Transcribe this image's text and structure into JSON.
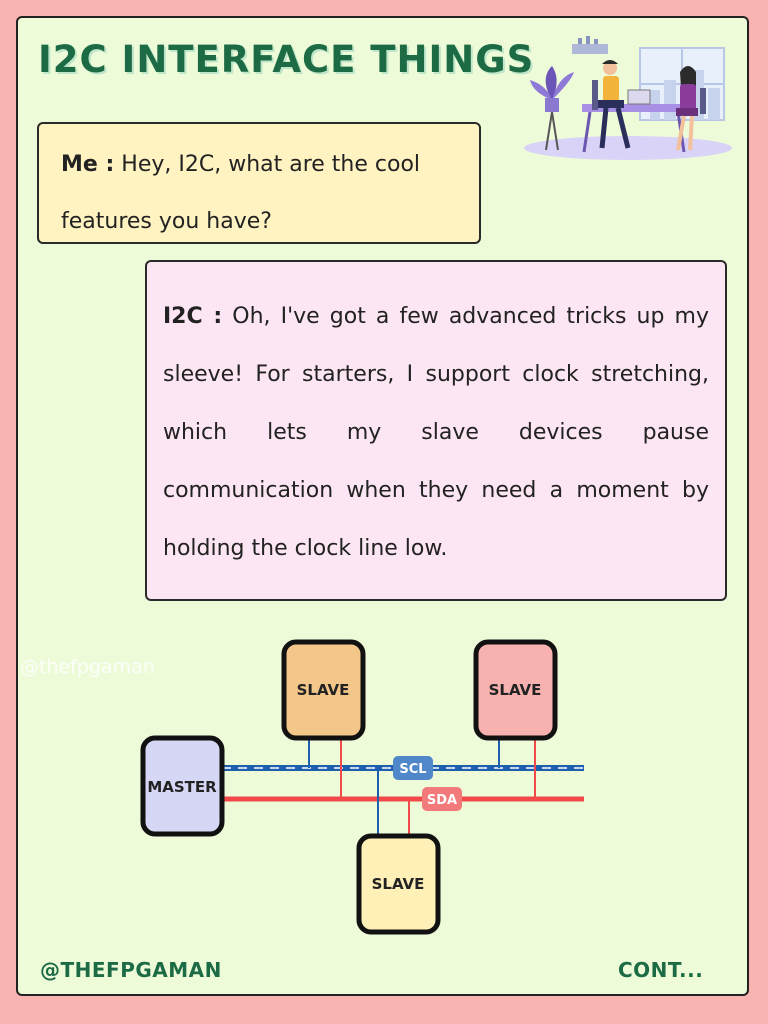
{
  "title": "I2C INTERFACE THINGS",
  "dialog": {
    "me": {
      "speaker": "Me :",
      "text": "Hey, I2C, what are the cool features you have?"
    },
    "i2c": {
      "speaker": "I2C :",
      "text": "Oh, I've got a few advanced tricks up my sleeve! For starters, I support clock stretching, which lets my slave devices pause communication when they need a moment by holding the clock line low."
    }
  },
  "watermark": "@thefpgaman",
  "diagram": {
    "master_label": "MASTER",
    "slave_labels": [
      "SLAVE",
      "SLAVE",
      "SLAVE"
    ],
    "scl_label": "SCL",
    "sda_label": "SDA",
    "colors": {
      "scl": "#1f5fb0",
      "sda": "#f24a4a",
      "master": "#d6d6f5",
      "slave1": "#f3c68a",
      "slave2": "#f7b2b0",
      "slave3": "#fff0b8"
    }
  },
  "footer": {
    "handle": "@THEFPGAMAN",
    "cont": "CONT..."
  },
  "illustration_icon": "office-meeting-illustration"
}
